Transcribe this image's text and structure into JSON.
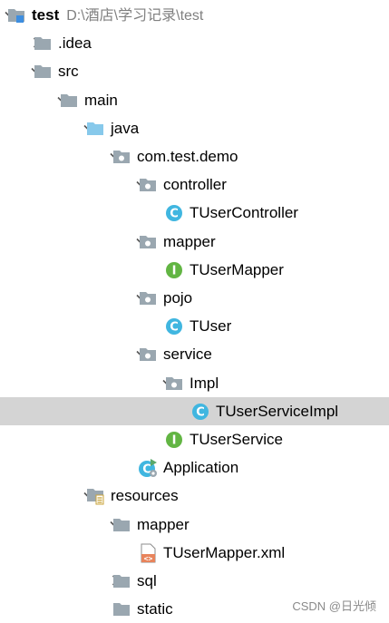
{
  "project": {
    "name": "test",
    "path": "D:\\酒店\\学习记录\\test"
  },
  "tree": [
    {
      "label": "test",
      "type": "module",
      "level": 0,
      "arrow": "down"
    },
    {
      "label": ".idea",
      "type": "folder",
      "level": 1,
      "arrow": "right"
    },
    {
      "label": "src",
      "type": "folder",
      "level": 1,
      "arrow": "down"
    },
    {
      "label": "main",
      "type": "folder",
      "level": 2,
      "arrow": "down"
    },
    {
      "label": "java",
      "type": "source-folder",
      "level": 3,
      "arrow": "down"
    },
    {
      "label": "com.test.demo",
      "type": "package",
      "level": 4,
      "arrow": "down"
    },
    {
      "label": "controller",
      "type": "package",
      "level": 5,
      "arrow": "down"
    },
    {
      "label": "TUserController",
      "type": "class",
      "level": 6,
      "arrow": "none"
    },
    {
      "label": "mapper",
      "type": "package",
      "level": 5,
      "arrow": "down"
    },
    {
      "label": "TUserMapper",
      "type": "interface",
      "level": 6,
      "arrow": "none"
    },
    {
      "label": "pojo",
      "type": "package",
      "level": 5,
      "arrow": "down"
    },
    {
      "label": "TUser",
      "type": "class",
      "level": 6,
      "arrow": "none"
    },
    {
      "label": "service",
      "type": "package",
      "level": 5,
      "arrow": "down"
    },
    {
      "label": "Impl",
      "type": "package",
      "level": 6,
      "arrow": "down"
    },
    {
      "label": "TUserServiceImpl",
      "type": "class",
      "level": 7,
      "arrow": "none",
      "selected": true
    },
    {
      "label": "TUserService",
      "type": "interface",
      "level": 6,
      "arrow": "none"
    },
    {
      "label": "Application",
      "type": "app-class",
      "level": 5,
      "arrow": "none"
    },
    {
      "label": "resources",
      "type": "resources-folder",
      "level": 3,
      "arrow": "down"
    },
    {
      "label": "mapper",
      "type": "folder",
      "level": 4,
      "arrow": "down"
    },
    {
      "label": "TUserMapper.xml",
      "type": "xml-file",
      "level": 5,
      "arrow": "none"
    },
    {
      "label": "sql",
      "type": "folder",
      "level": 4,
      "arrow": "right"
    },
    {
      "label": "static",
      "type": "folder",
      "level": 4,
      "arrow": "none"
    }
  ],
  "watermark": "CSDN @日光倾",
  "colors": {
    "folder": "#9aa7b0",
    "source_folder": "#87c9eb",
    "class_icon": "#40b6e0",
    "interface_icon": "#62b543",
    "selection": "#d4d4d4",
    "path_text": "#808080"
  }
}
